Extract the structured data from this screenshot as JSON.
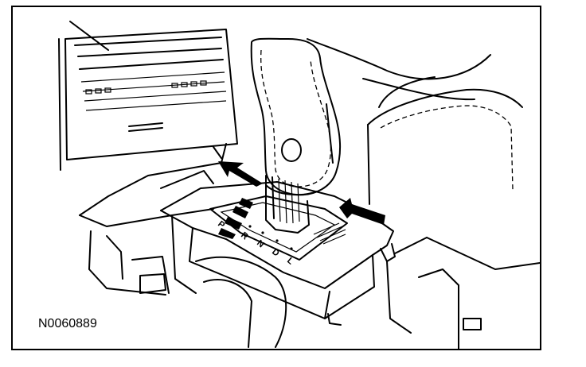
{
  "figure": {
    "figure_id": "N0060889",
    "selector_letters": [
      "P",
      "R",
      "N",
      "D",
      "L"
    ],
    "subject": "gear-selector-lever-and-bezel",
    "arrow_color": "#000000",
    "line_color": "#000000",
    "background_color": "#ffffff"
  }
}
